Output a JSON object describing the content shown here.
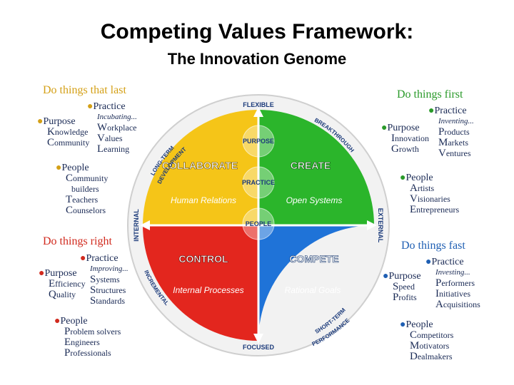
{
  "title": "Competing Values Framework:",
  "subtitle": "The Innovation Genome",
  "colors": {
    "collaborate": "#f5c518",
    "create": "#2bb52b",
    "control": "#e3261e",
    "compete": "#1f73d8",
    "gold_text": "#d4a017",
    "green_text": "#2a9a2a",
    "red_text": "#d12a1e",
    "blue_text": "#1f5fb3"
  },
  "diagram": {
    "axis": {
      "top": "FLEXIBLE",
      "bottom": "FOCUSED",
      "left": "INTERNAL",
      "right": "EXTERNAL",
      "top_left": [
        "LONG-TERM",
        "DEVELOPMENT"
      ],
      "top_right": "BREAKTHROUGH",
      "bottom_left": "INCREMENTAL",
      "bottom_right": [
        "SHORT-TERM",
        "PERFORMANCE"
      ]
    },
    "quadrants": {
      "collaborate": {
        "label": "COLLABORATE",
        "sub": "Human Relations"
      },
      "create": {
        "label": "CREATE",
        "sub": "Open Systems"
      },
      "control": {
        "label": "CONTROL",
        "sub": "Internal Processes"
      },
      "compete": {
        "label": "COMPETE",
        "sub": "Rational Goals"
      }
    },
    "center": [
      "PURPOSE",
      "PRACTICE",
      "PEOPLE"
    ]
  },
  "corners": {
    "top_left": {
      "heading": "Do things that last",
      "practice": {
        "title": "Practice",
        "sub": "Incubating...",
        "items": [
          [
            "W",
            "orkplace"
          ],
          [
            "V",
            "alues"
          ],
          [
            "L",
            "earning"
          ]
        ]
      },
      "purpose": {
        "title": "Purpose",
        "items": [
          [
            "K",
            "nowledge"
          ],
          [
            "C",
            "ommunity"
          ]
        ]
      },
      "people": {
        "title": "People",
        "items": [
          [
            "C",
            "ommunity"
          ],
          [
            "",
            "builders"
          ],
          [
            "T",
            "eachers"
          ],
          [
            "C",
            "ounselors"
          ]
        ]
      }
    },
    "top_right": {
      "heading": "Do things first",
      "practice": {
        "title": "Practice",
        "sub": "Inventing...",
        "items": [
          [
            "P",
            "roducts"
          ],
          [
            "M",
            "arkets"
          ],
          [
            "V",
            "entures"
          ]
        ]
      },
      "purpose": {
        "title": "Purpose",
        "items": [
          [
            "I",
            "nnovation"
          ],
          [
            "G",
            "rowth"
          ]
        ]
      },
      "people": {
        "title": "People",
        "items": [
          [
            "A",
            "rtists"
          ],
          [
            "V",
            "isionaries"
          ],
          [
            "E",
            "ntrepreneurs"
          ]
        ]
      }
    },
    "bottom_left": {
      "heading": "Do things right",
      "practice": {
        "title": "Practice",
        "sub": "Improving...",
        "items": [
          [
            "S",
            "ystems"
          ],
          [
            "S",
            "tructures"
          ],
          [
            "S",
            "tandards"
          ]
        ]
      },
      "purpose": {
        "title": "Purpose",
        "items": [
          [
            "E",
            "fficiency"
          ],
          [
            "Q",
            "uality"
          ]
        ]
      },
      "people": {
        "title": "People",
        "items": [
          [
            "P",
            "roblem solvers"
          ],
          [
            "E",
            "ngineers"
          ],
          [
            "P",
            "rofessionals"
          ]
        ]
      }
    },
    "bottom_right": {
      "heading": "Do things fast",
      "practice": {
        "title": "Practice",
        "sub": "Investing...",
        "items": [
          [
            "P",
            "erformers"
          ],
          [
            "I",
            "nitiatives"
          ],
          [
            "A",
            "cquisitions"
          ]
        ]
      },
      "purpose": {
        "title": "Purpose",
        "items": [
          [
            "S",
            "peed"
          ],
          [
            "P",
            "rofits"
          ]
        ]
      },
      "people": {
        "title": "People",
        "items": [
          [
            "C",
            "ompetitors"
          ],
          [
            "M",
            "otivators"
          ],
          [
            "D",
            "ealmakers"
          ]
        ]
      }
    }
  }
}
